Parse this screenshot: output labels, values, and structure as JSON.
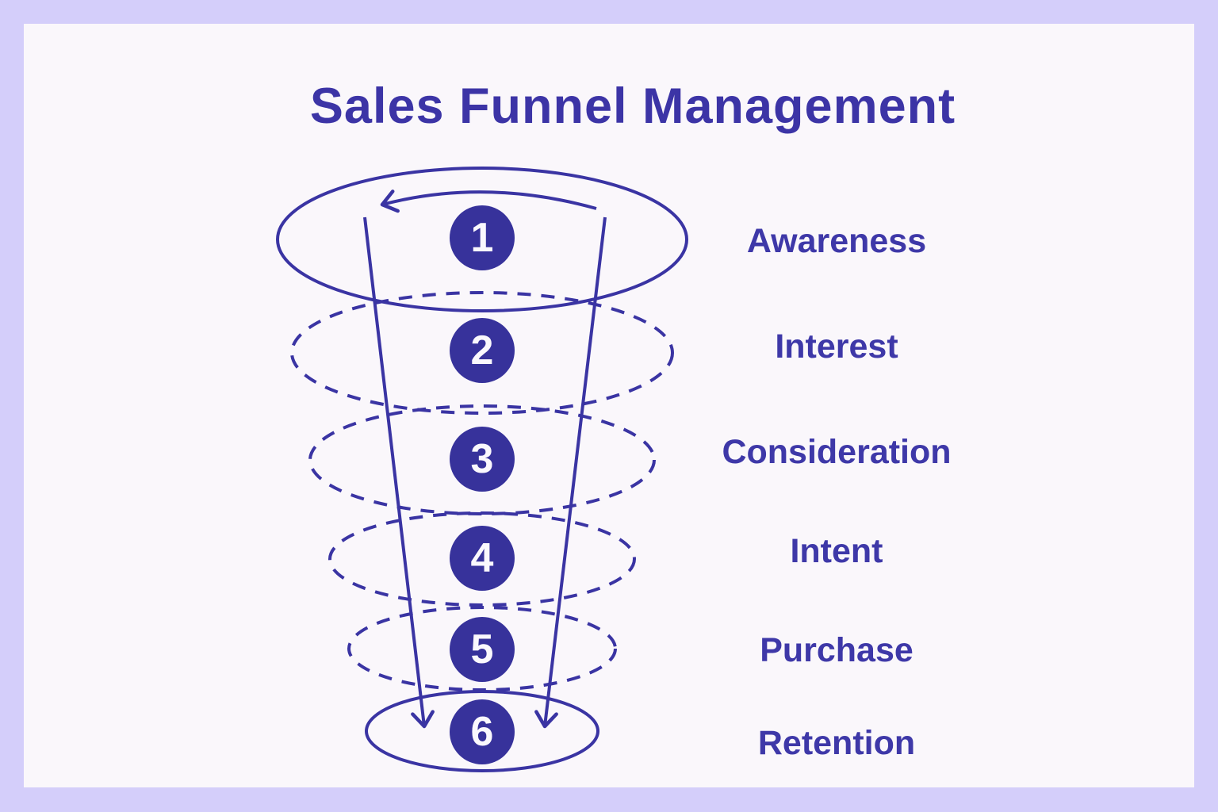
{
  "page": {
    "background_color": "#D4CEFA",
    "panel_background_color": "#FAF7FB"
  },
  "title": {
    "text": "Sales Funnel Management",
    "color": "#3C34A6"
  },
  "funnel": {
    "stroke_color": "#3A34A3",
    "circle_fill_color": "#37329B",
    "number_color": "#FAF8FD",
    "label_color": "#3E38A8",
    "rotation_arrow_icon": "curved-arrow-counterclockwise",
    "flow_arrow_icon": "down-arrow",
    "stages": [
      {
        "number": "1",
        "label": "Awareness"
      },
      {
        "number": "2",
        "label": "Interest"
      },
      {
        "number": "3",
        "label": "Consideration"
      },
      {
        "number": "4",
        "label": "Intent"
      },
      {
        "number": "5",
        "label": "Purchase"
      },
      {
        "number": "6",
        "label": "Retention"
      }
    ]
  }
}
